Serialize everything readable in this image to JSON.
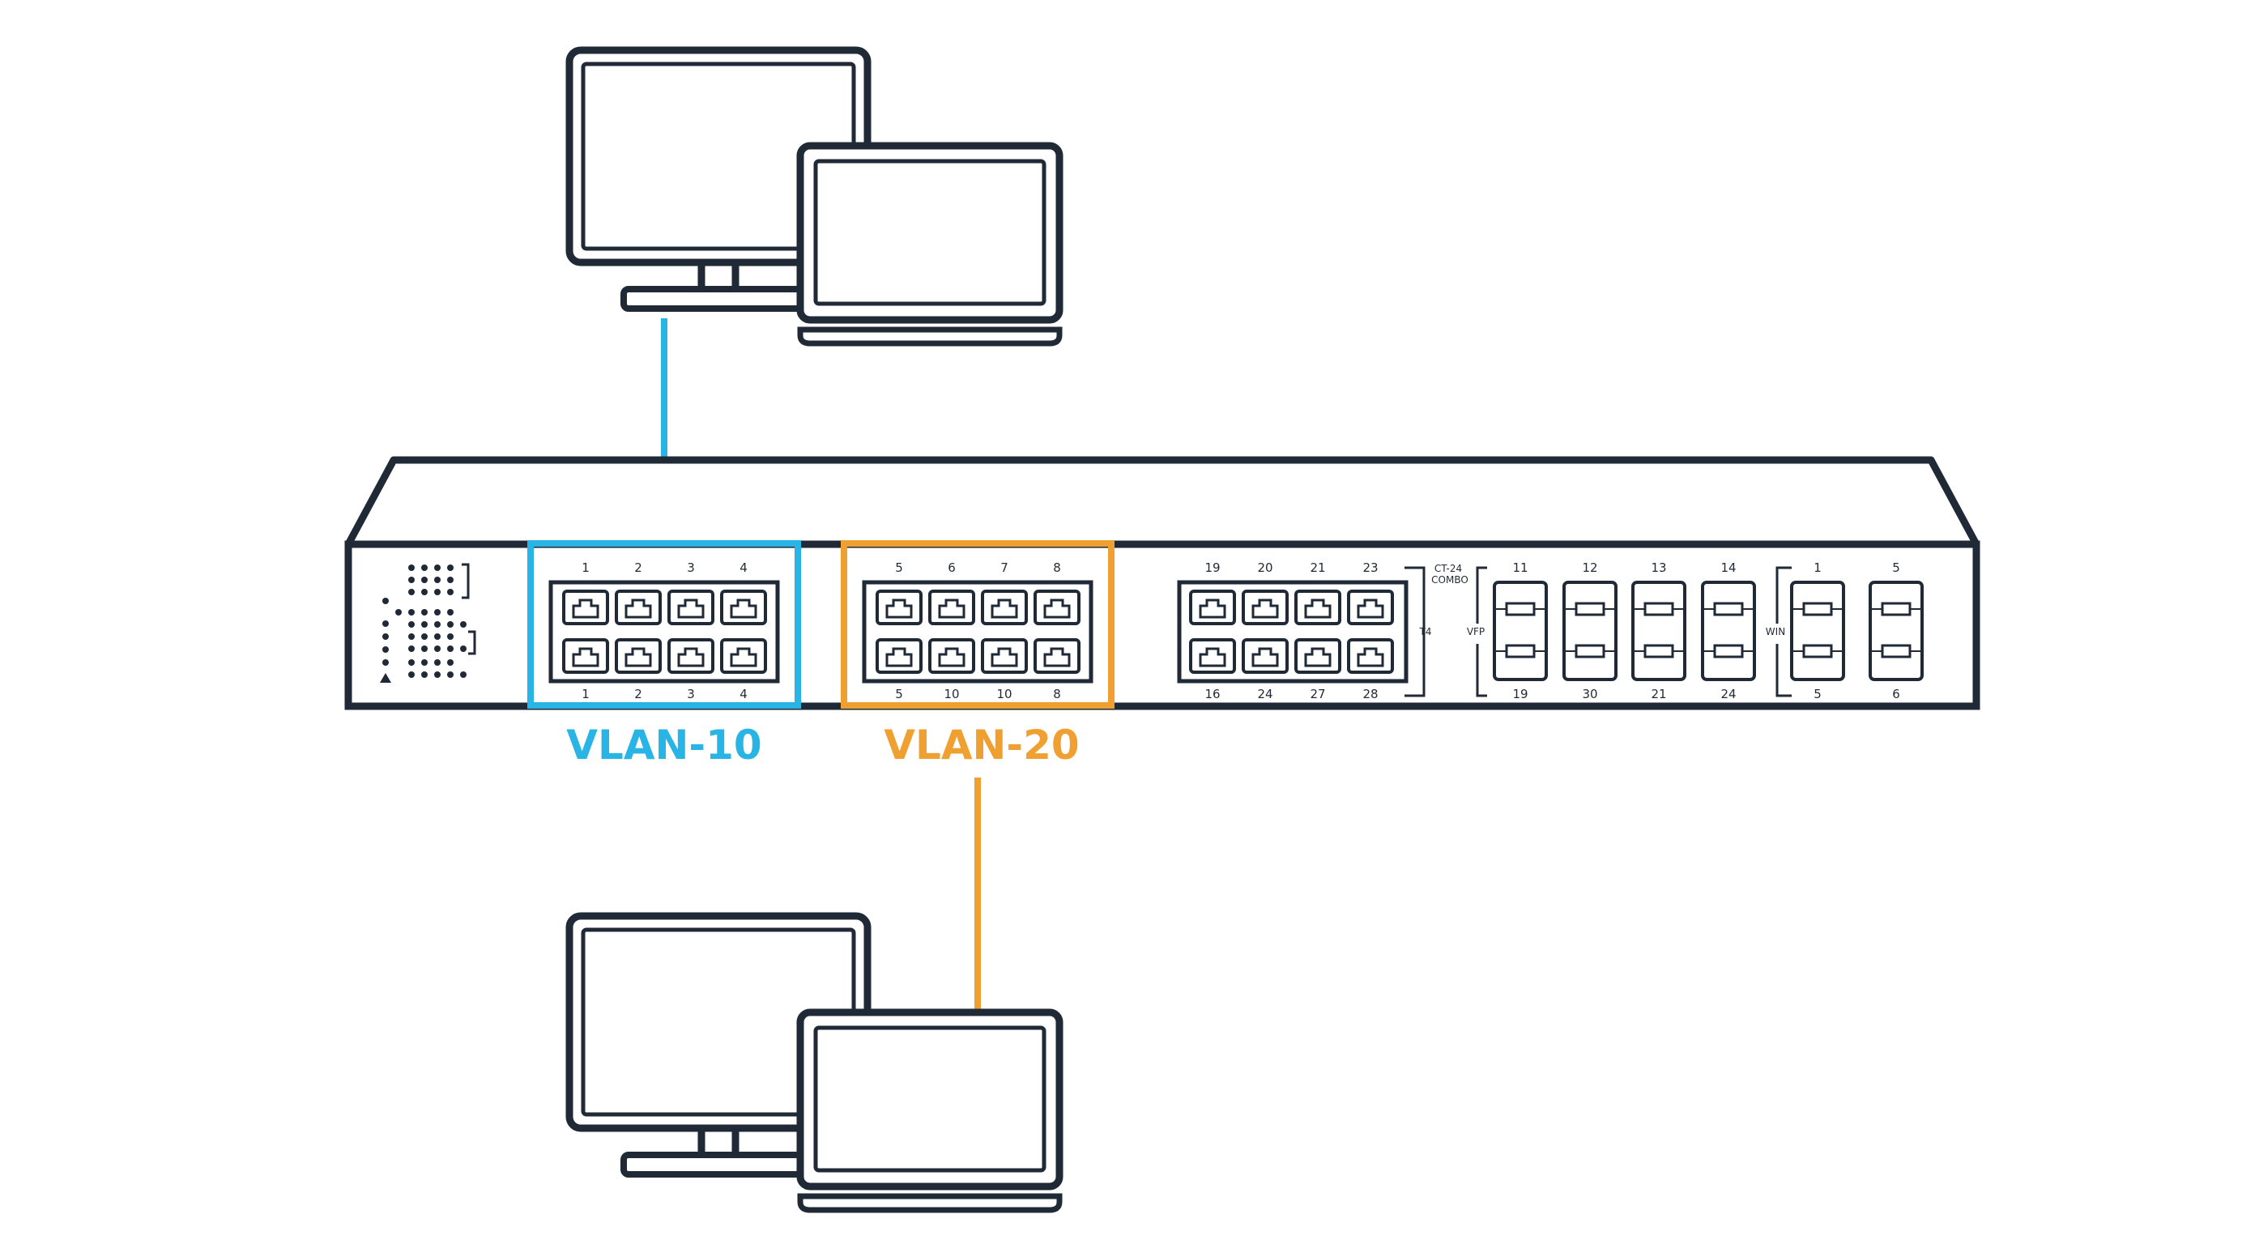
{
  "colors": {
    "outline": "#1f2a36",
    "vlan10": "#29b4e6",
    "vlan20": "#f0a030"
  },
  "vlans": {
    "vlan10": {
      "label": "VLAN-10"
    },
    "vlan20": {
      "label": "VLAN-20"
    }
  },
  "switch": {
    "group_vlan10": {
      "top": [
        "1",
        "2",
        "3",
        "4"
      ],
      "bottom": [
        "1",
        "2",
        "3",
        "4"
      ]
    },
    "group_vlan20": {
      "top": [
        "5",
        "6",
        "7",
        "8"
      ],
      "bottom": [
        "5",
        "10",
        "10",
        "8"
      ]
    },
    "group_a": {
      "top": [
        "19",
        "20",
        "21",
        "23"
      ],
      "bottom": [
        "16",
        "24",
        "27",
        "28"
      ]
    },
    "combo_label_1": "CT-24",
    "combo_label_2": "COMBO",
    "rj_side_label": "T4",
    "sfp_side_label": "VFP",
    "sfp_group": {
      "top": [
        "11",
        "12",
        "13",
        "14"
      ],
      "bottom": [
        "19",
        "30",
        "21",
        "24"
      ]
    },
    "wan_label": "WIN",
    "uplinks": {
      "top": [
        "1",
        "5"
      ],
      "bottom": [
        "5",
        "6"
      ]
    }
  },
  "icons": {
    "top_desktop": "desktop-monitor-icon",
    "top_laptop": "laptop-icon",
    "bottom_desktop": "desktop-monitor-icon",
    "bottom_laptop": "laptop-icon"
  }
}
